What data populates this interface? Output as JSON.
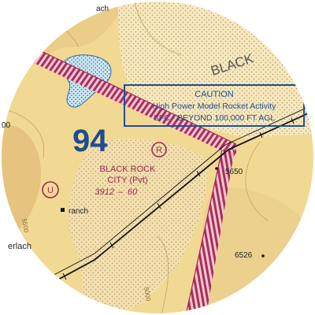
{
  "map": {
    "region_label": "BLACK",
    "route_number": "94",
    "airport": {
      "name": "BLACK ROCK",
      "designation": "CITY (Pvt)",
      "elevation": "3912",
      "runway_length": "60",
      "symbol": "R"
    },
    "caution_box": {
      "line1": "CAUTION",
      "line2": "High Power Model Rocket Activity",
      "line3": "SFC - BEYOND 100,000 FT AGL"
    },
    "places": {
      "ranch": "ranch",
      "gerlach": "erlach",
      "top_label": "ach"
    },
    "spot_elevations": {
      "east": "5650",
      "southeast": "6526",
      "left_edge": "00"
    },
    "contour_labels": {
      "west": "5500",
      "south": "5000"
    },
    "marker_symbol": "U",
    "colors": {
      "terrain": "#f1d993",
      "terrain_dark": "#e6c37f",
      "playa": "#f6e7bd",
      "water": "#cfe7f0",
      "water_dots": "#2a6fa8",
      "restricted_hatch": "#a8235a",
      "caution_blue": "#1f4f98",
      "airport_magenta": "#9b2a55",
      "route_blue": "#1e4c8f",
      "road": "#111111",
      "text_dark": "#222222"
    }
  }
}
